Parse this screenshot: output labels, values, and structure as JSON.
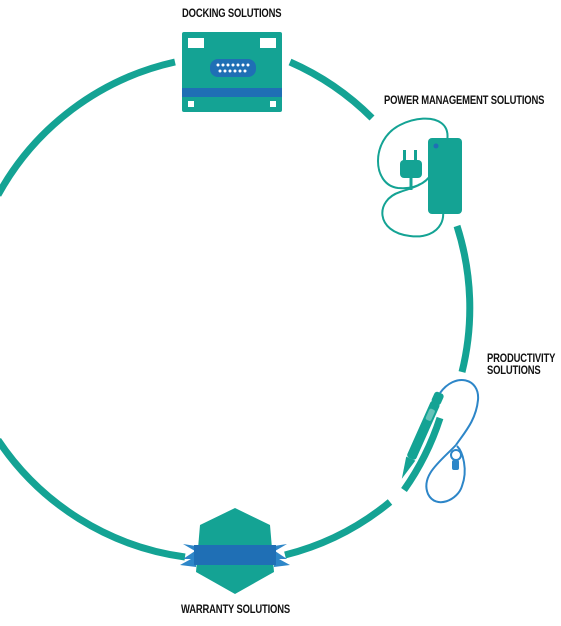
{
  "labels": {
    "docking": "DOCKING SOLUTIONS",
    "power": "POWER MANAGEMENT SOLUTIONS",
    "productivity_line1": "PRODUCTIVITY",
    "productivity_line2": "SOLUTIONS",
    "warranty": "WARRANTY SOLUTIONS"
  },
  "colors": {
    "teal": "#14a394",
    "blue": "#1f6fb5",
    "light_blue": "#2d86c8",
    "dark_blue": "#124f8a",
    "text": "#111111"
  },
  "icons": {
    "docking": "docking-station-icon",
    "power": "power-adapter-icon",
    "productivity": "stylus-pen-icon",
    "warranty": "shield-ribbon-icon"
  }
}
